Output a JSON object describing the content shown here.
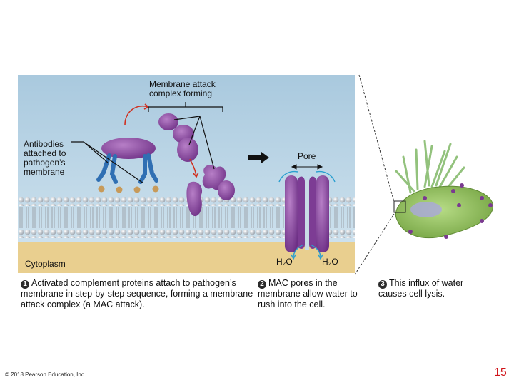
{
  "labels": {
    "mac_forming": "Membrane attack complex forming",
    "antibodies": "Antibodies attached to pathogen’s membrane",
    "pore": "Pore",
    "cytoplasm": "Cytoplasm",
    "h2o_left": "H₂O",
    "h2o_right": "H₂O"
  },
  "captions": {
    "step1_number": "1",
    "step1_text": "Activated complement proteins attach to pathogen’s membrane in step-by-step sequence, forming a membrane attack complex (a MAC attack).",
    "step2_number": "2",
    "step2_text": "MAC pores in the membrane allow water to rush into the cell.",
    "step3_number": "3",
    "step3_text": "This influx of water causes cell lysis."
  },
  "footer": {
    "copyright": "© 2018 Pearson Education, Inc.",
    "page_number": "15"
  },
  "colors": {
    "sky": "#b7d4e6",
    "cytoplasm": "#e9cf8f",
    "protein": "#8e4aa2",
    "antibody": "#2f6fb3",
    "cell": "#8fc25a",
    "page_number": "#d0141a"
  }
}
